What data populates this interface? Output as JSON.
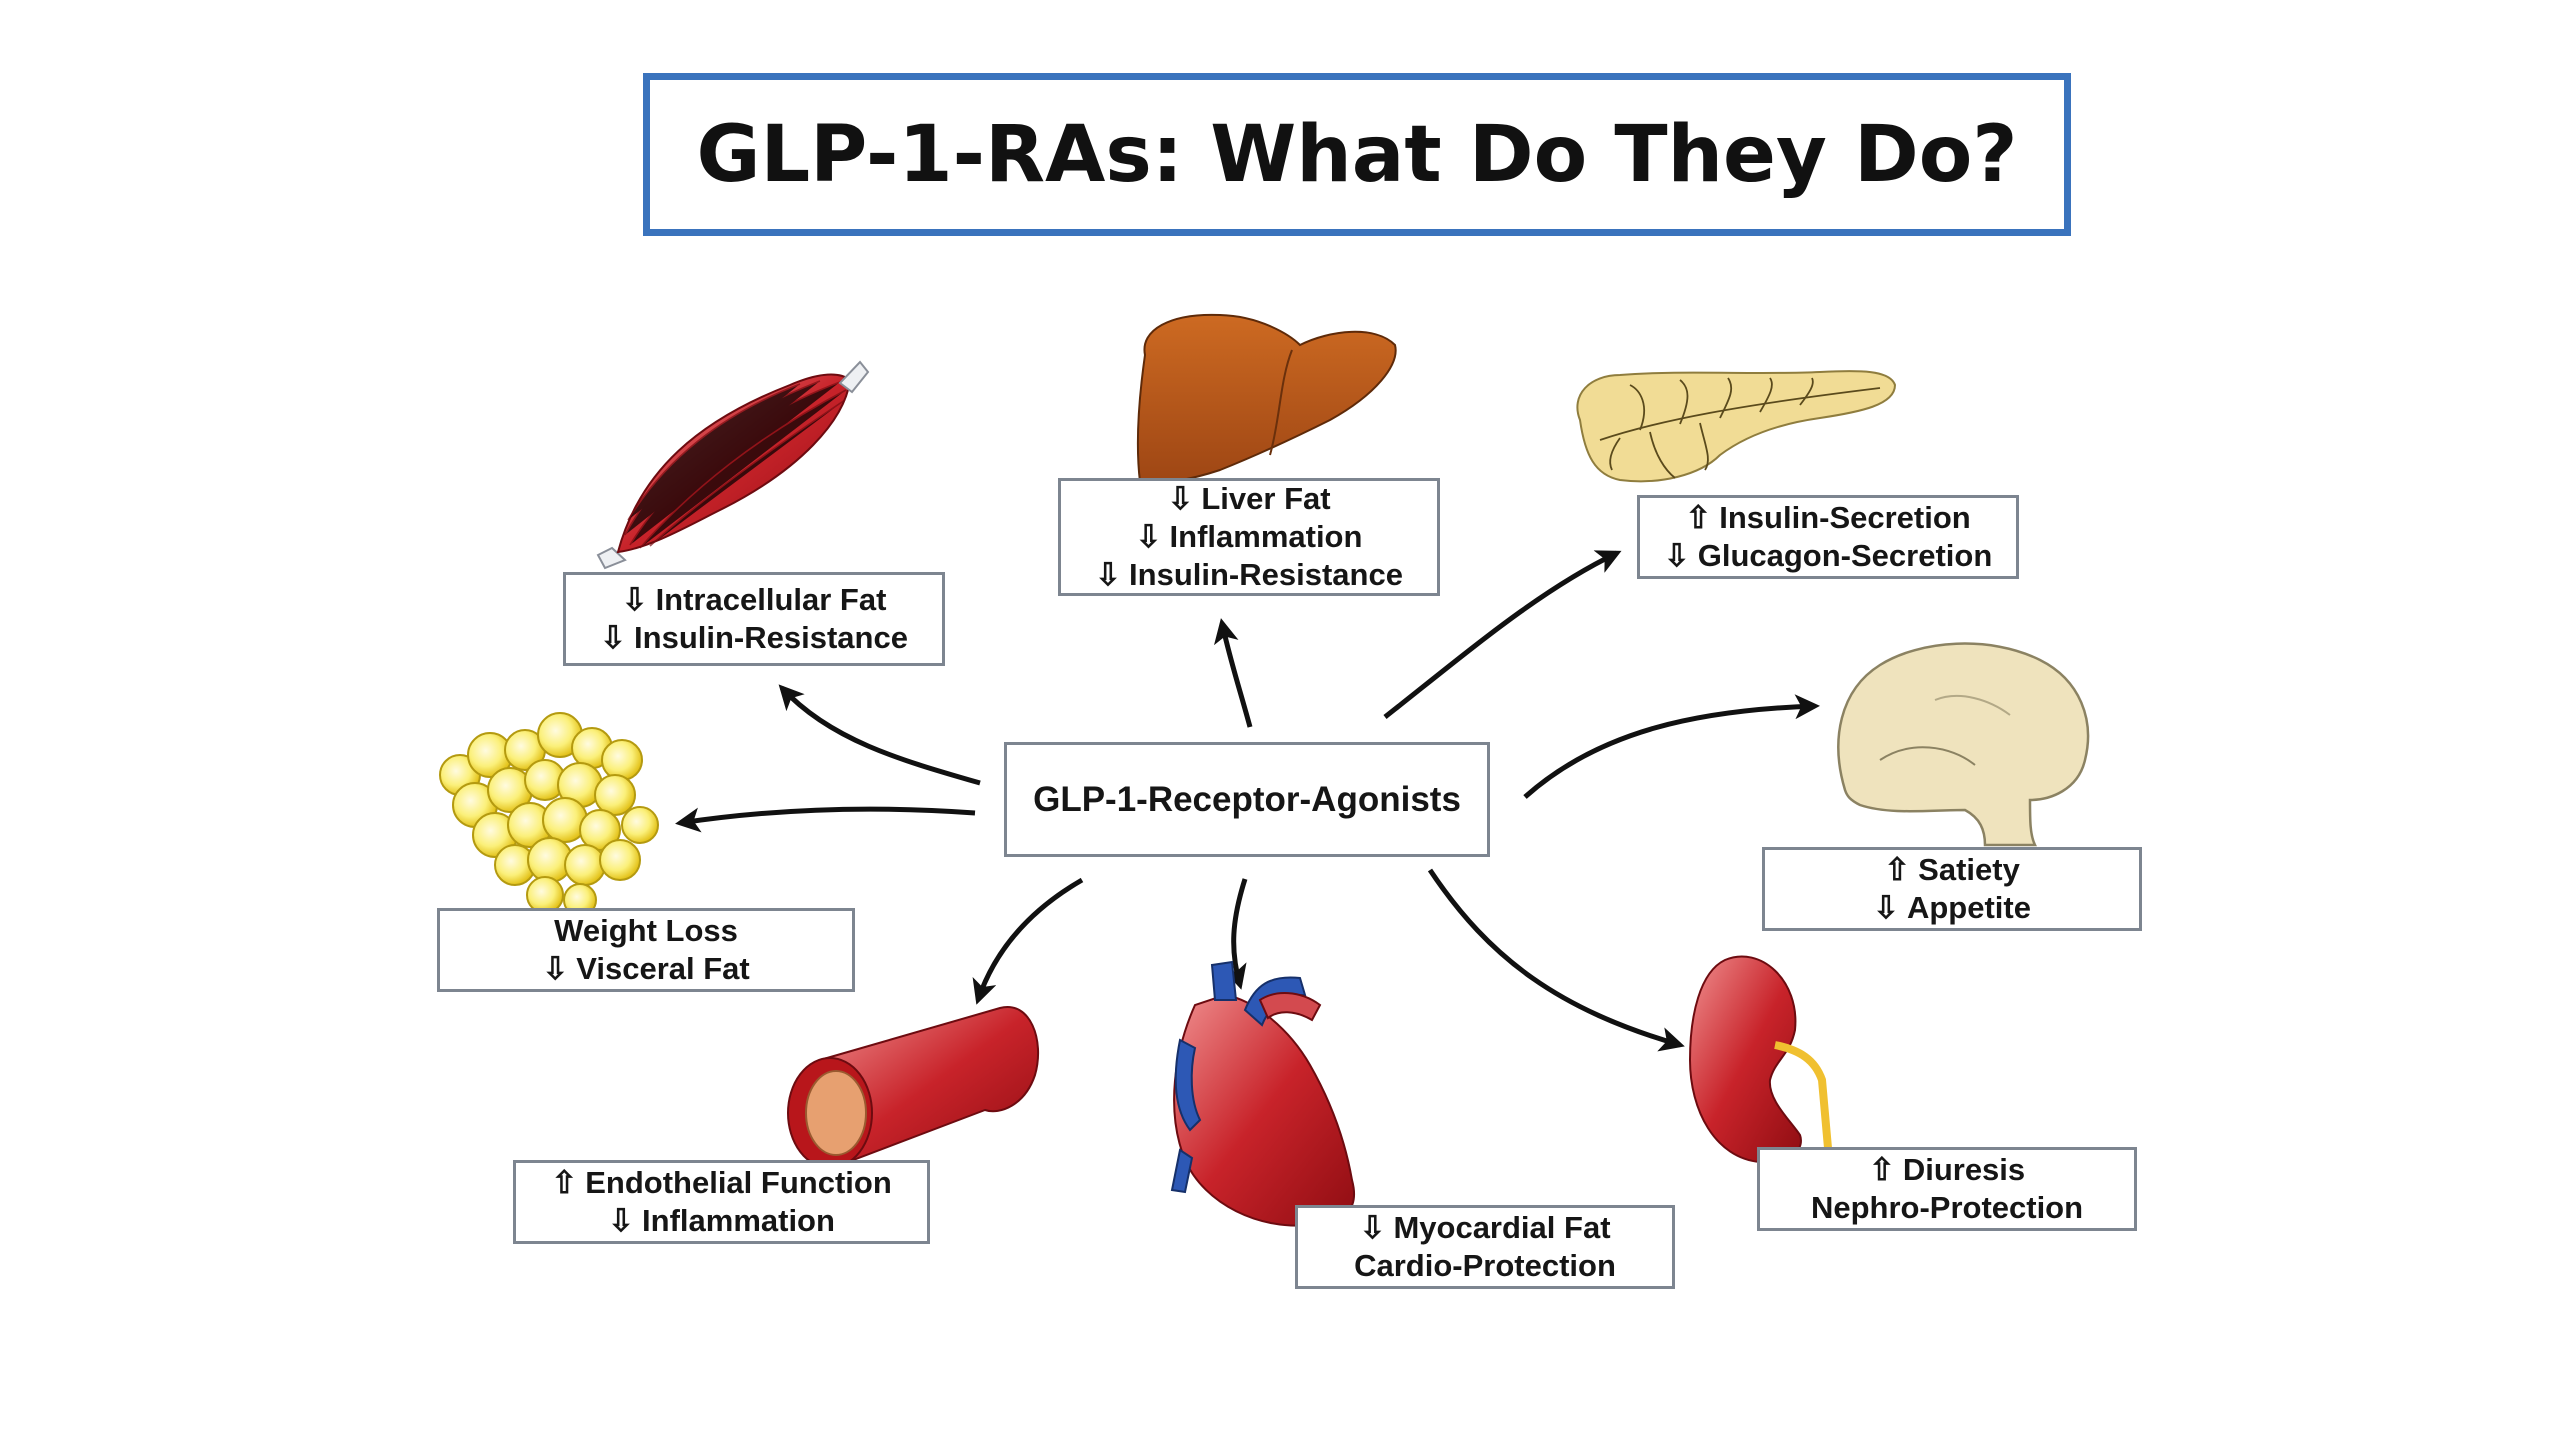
{
  "title": "GLP-1-RAs: What Do They Do?",
  "center": "GLP-1-Receptor-Agonists",
  "labels": {
    "muscle": [
      {
        "arrow": "⇩",
        "text": "Intracellular Fat"
      },
      {
        "arrow": "⇩",
        "text": "Insulin-Resistance"
      }
    ],
    "liver": [
      {
        "arrow": "⇩",
        "text": "Liver Fat"
      },
      {
        "arrow": "⇩",
        "text": "Inflammation"
      },
      {
        "arrow": "⇩",
        "text": "Insulin-Resistance"
      }
    ],
    "pancreas": [
      {
        "arrow": "⇧",
        "text": "Insulin-Secretion"
      },
      {
        "arrow": "⇩",
        "text": "Glucagon-Secretion"
      }
    ],
    "brain": [
      {
        "arrow": "⇧",
        "text": "Satiety"
      },
      {
        "arrow": "⇩",
        "text": "Appetite"
      }
    ],
    "fat": [
      {
        "arrow": "",
        "text": "Weight Loss"
      },
      {
        "arrow": "⇩",
        "text": "Visceral Fat"
      }
    ],
    "vessel": [
      {
        "arrow": "⇧",
        "text": "Endothelial Function"
      },
      {
        "arrow": "⇩",
        "text": "Inflammation"
      }
    ],
    "heart": [
      {
        "arrow": "⇩",
        "text": "Myocardial Fat"
      },
      {
        "arrow": "",
        "text": "Cardio-Protection"
      }
    ],
    "kidney": [
      {
        "arrow": "⇧",
        "text": "Diuresis"
      },
      {
        "arrow": "",
        "text": "Nephro-Protection"
      }
    ]
  },
  "icons": {
    "muscle": "muscle-icon",
    "liver": "liver-icon",
    "pancreas": "pancreas-icon",
    "brain": "brain-icon",
    "fat": "fat-cells-icon",
    "vessel": "blood-vessel-icon",
    "heart": "heart-icon",
    "kidney": "kidney-icon"
  },
  "colors": {
    "title_border": "#3a73bd",
    "muscle": "#b8161b",
    "liver": "#b5541a",
    "pancreas": "#f1dc95",
    "brain": "#efe3bd",
    "fat": "#f7e43a",
    "vessel": "#b8161b",
    "heart": "#c7222a",
    "kidney": "#b8161b"
  }
}
